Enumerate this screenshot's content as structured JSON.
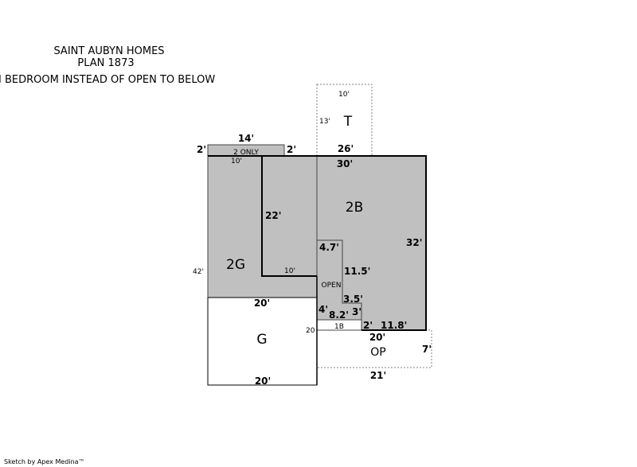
{
  "header": {
    "line1": "SAINT AUBYN HOMES",
    "line2": "PLAN 1873",
    "line3": "I BEDROOM INSTEAD OF OPEN TO BELOW"
  },
  "rooms": {
    "two_only": "2 ONLY",
    "t": "T",
    "b2": "2B",
    "g2": "2G",
    "open": "OPEN",
    "b1": "1B",
    "g": "G",
    "op": "OP"
  },
  "dimensions": {
    "t_top": "10'",
    "t_side": "13'",
    "t_bottom": "26'",
    "strip_top": "14'",
    "strip_left": "2'",
    "strip_right": "2'",
    "g2_top": "10'",
    "main_top": "30'",
    "inner_22": "22'",
    "main_right": "32'",
    "left_42": "42'",
    "inner_10": "10'",
    "open_top": "4.7'",
    "open_side": "11.5'",
    "step_35": "3.5'",
    "step_3": "3'",
    "open_4": "4'",
    "open_82": "8.2'",
    "b1_2": "2'",
    "bottom_118": "11.8'",
    "g_top": "20'",
    "g_side": "20",
    "op_top": "20'",
    "op_side": "7'",
    "op_bottom": "21'",
    "g_bottom": "20'"
  },
  "footer": {
    "credit": "Sketch by Apex Medina™"
  },
  "colors": {
    "fill": "#c0c0c0",
    "line": "#000000",
    "thin": "#555555",
    "dashed": "#808080"
  }
}
